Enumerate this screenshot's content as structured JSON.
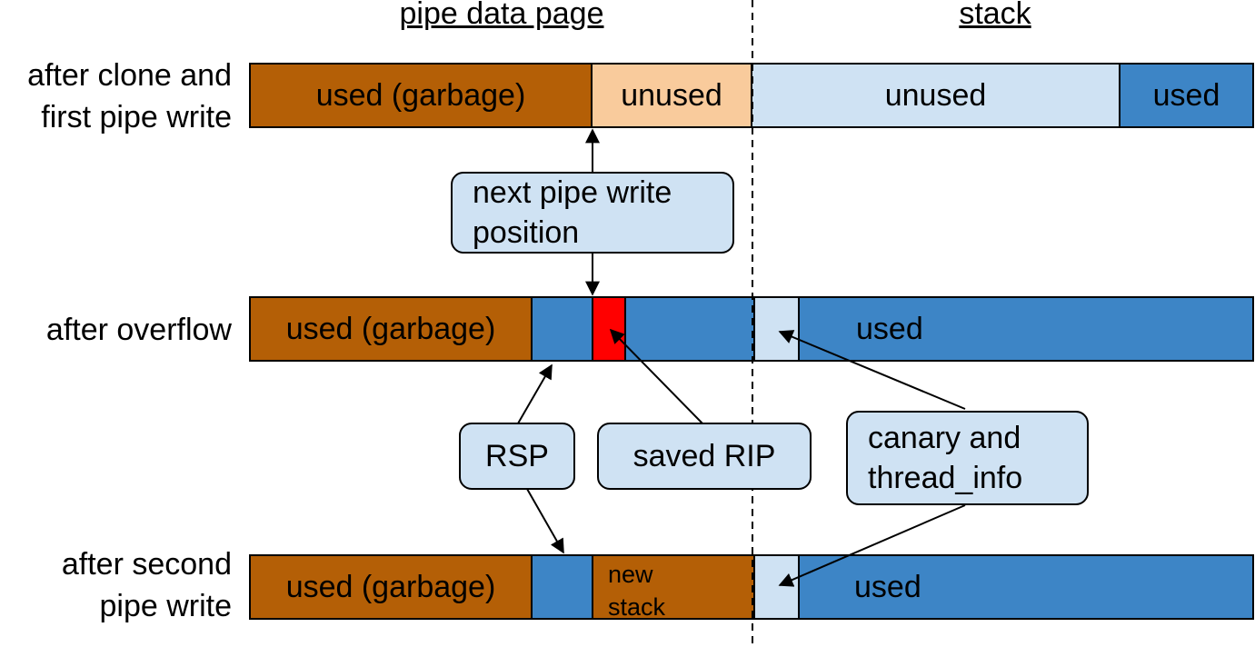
{
  "headers": {
    "pipe_data_page": "pipe data page",
    "stack": "stack"
  },
  "rows": {
    "row1": {
      "label": "after clone and\nfirst pipe write",
      "seg_used_garbage": "used (garbage)",
      "seg_unused_pipe": "unused",
      "seg_unused_stack": "unused",
      "seg_used": "used"
    },
    "row2": {
      "label": "after overflow",
      "seg_used_garbage": "used (garbage)",
      "seg_used": "used"
    },
    "row3": {
      "label": "after second\npipe write",
      "seg_used_garbage": "used (garbage)",
      "seg_new_stack_line1": "new",
      "seg_new_stack_line2": "stack",
      "seg_used": "used"
    }
  },
  "callouts": {
    "next_pipe_write": "next pipe write\nposition",
    "rsp": "RSP",
    "saved_rip": "saved RIP",
    "canary": "canary and\nthread_info"
  },
  "colors": {
    "garbage_brown": "#b45f06",
    "unused_peach": "#f9cb9c",
    "light_blue": "#cfe2f3",
    "used_blue": "#3d85c6",
    "saved_rip_red": "#ff0000"
  }
}
